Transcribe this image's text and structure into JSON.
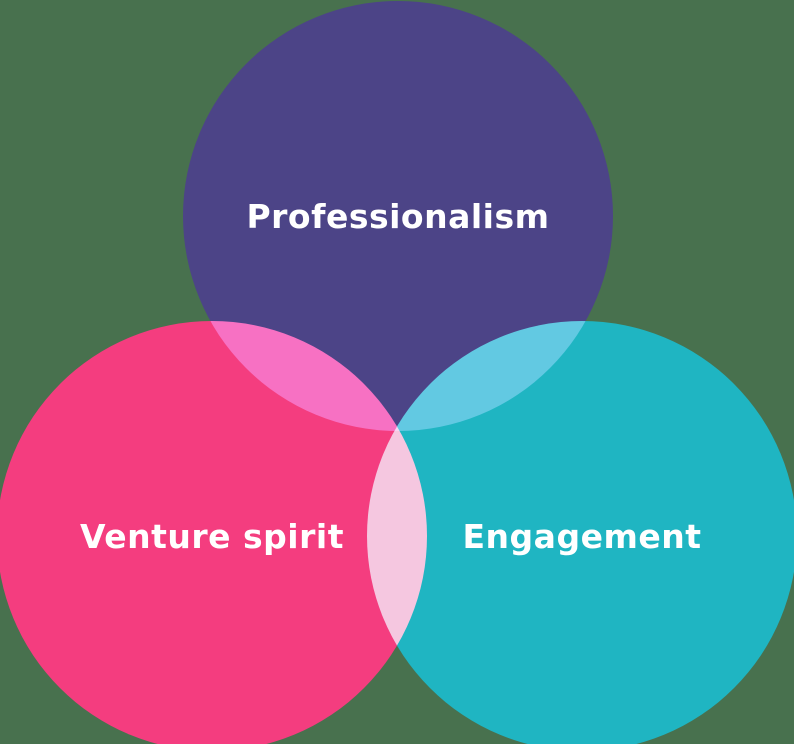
{
  "diagram": {
    "type": "venn-diagram",
    "background_color": "#48714E",
    "text_color": "#FFFFFF",
    "blend_mode": "screen",
    "circles": [
      {
        "id": "professionalism",
        "label": "Professionalism",
        "color": "#4C4487",
        "position": "top"
      },
      {
        "id": "venture-spirit",
        "label": "Venture spirit",
        "color": "#F43D7F",
        "position": "bottom-left"
      },
      {
        "id": "engagement",
        "label": "Engagement",
        "color": "#1FB5C2",
        "position": "bottom-right"
      }
    ],
    "overlap_colors": {
      "top_and_bottom_left": "#F570C8",
      "top_and_bottom_right": "#5ECDEA",
      "bottom_left_and_bottom_right": "#F2C7E2"
    }
  }
}
